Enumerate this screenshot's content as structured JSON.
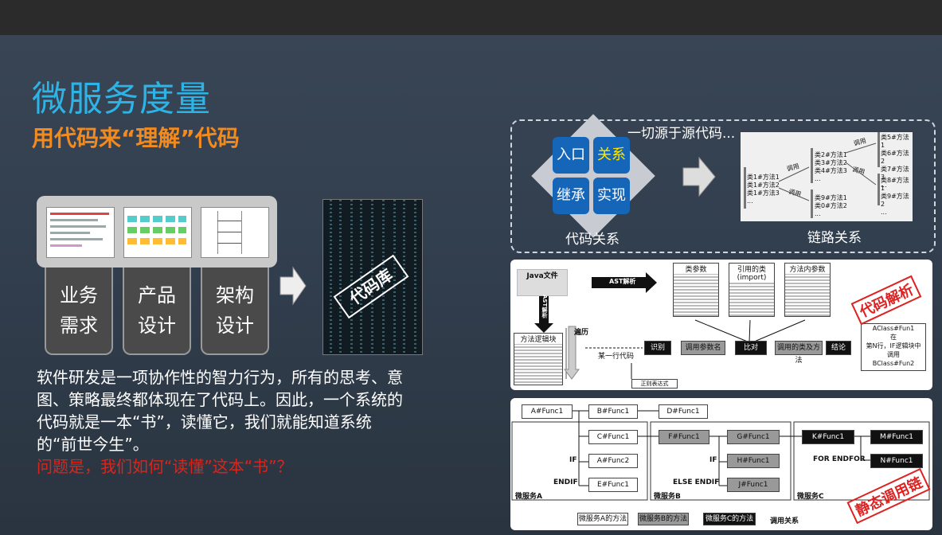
{
  "slide": {
    "title": "微服务度量",
    "subtitle": "用代码来“理解”代码"
  },
  "left": {
    "buckets": [
      "业务\n需求",
      "产品\n设计",
      "架构\n设计"
    ],
    "code_label": "代码库",
    "paragraph": "软件研发是一项协作性的智力行为，所有的思考、意图、策略最终都体现在了代码上。因此，一个系统的代码就是一本“书”，读懂它，我们就能知道系统的“前世今生”。",
    "question": "问题是，我们如何“读懂”这本“书”？"
  },
  "panel1": {
    "heading": "一切源于源代码...",
    "squares": [
      "入口",
      "关系",
      "继承",
      "实现"
    ],
    "left_caption": "代码关系",
    "right_caption": "链路关系",
    "chain": {
      "col1": [
        "类1#方法1",
        "类1#方法2",
        "类1#方法3",
        "..."
      ],
      "col2a": [
        "类2#方法1",
        "类3#方法2",
        "类4#方法3",
        "..."
      ],
      "col2b": [
        "类9#方法1",
        "类0#方法2",
        "..."
      ],
      "col3a": [
        "类5#方法1",
        "类6#方法2",
        "类7#方法3",
        "..."
      ],
      "col3b": [
        "类8#方法1",
        "类9#方法2",
        "..."
      ],
      "call": "调用"
    }
  },
  "panel2": {
    "java_file": "Java文件",
    "ast_parse": "AST解析",
    "ast_vertical": "AST解析",
    "class_params": "类参数",
    "imported_classes": "引用的类\n(import)",
    "method_params": "方法内参数",
    "method_block": "方法逻辑块",
    "traverse": "遍历",
    "line_of_code": "某一行代码",
    "identify": "识别",
    "call_param_name": "调用参数名",
    "compare": "比对",
    "call_class_method": "调用的类及方法",
    "conclusion": "结论",
    "regex": "正则表达式",
    "result": "AClass#Fun1\n在\n第N行，IF逻辑块中\n调用\nBClass#Fun2",
    "stamp": "代码解析"
  },
  "panel3": {
    "a": [
      "A#Func1",
      "B#Func1",
      "D#Func1",
      "C#Func1",
      "A#Func2",
      "E#Func1"
    ],
    "b": [
      "F#Func1",
      "G#Func1",
      "H#Func1",
      "J#Func1"
    ],
    "c": [
      "K#Func1",
      "M#Func1",
      "N#Func1"
    ],
    "if": "IF",
    "endif": "ENDIF",
    "else_endif": "ELSE ENDIF",
    "for_endfor": "FOR ENDFOR",
    "svc_a": "微服务A",
    "svc_b": "微服务B",
    "svc_c": "微服务C",
    "legend": [
      "微服务A的方法",
      "微服务B的方法",
      "微服务C的方法",
      "调用关系"
    ],
    "stamp": "静态调用链"
  },
  "colors": {
    "title": "#2eb3e6",
    "subtitle": "#f28a1e",
    "question": "#d9261c",
    "square": "#1565b8",
    "stamp": "#d22222"
  }
}
